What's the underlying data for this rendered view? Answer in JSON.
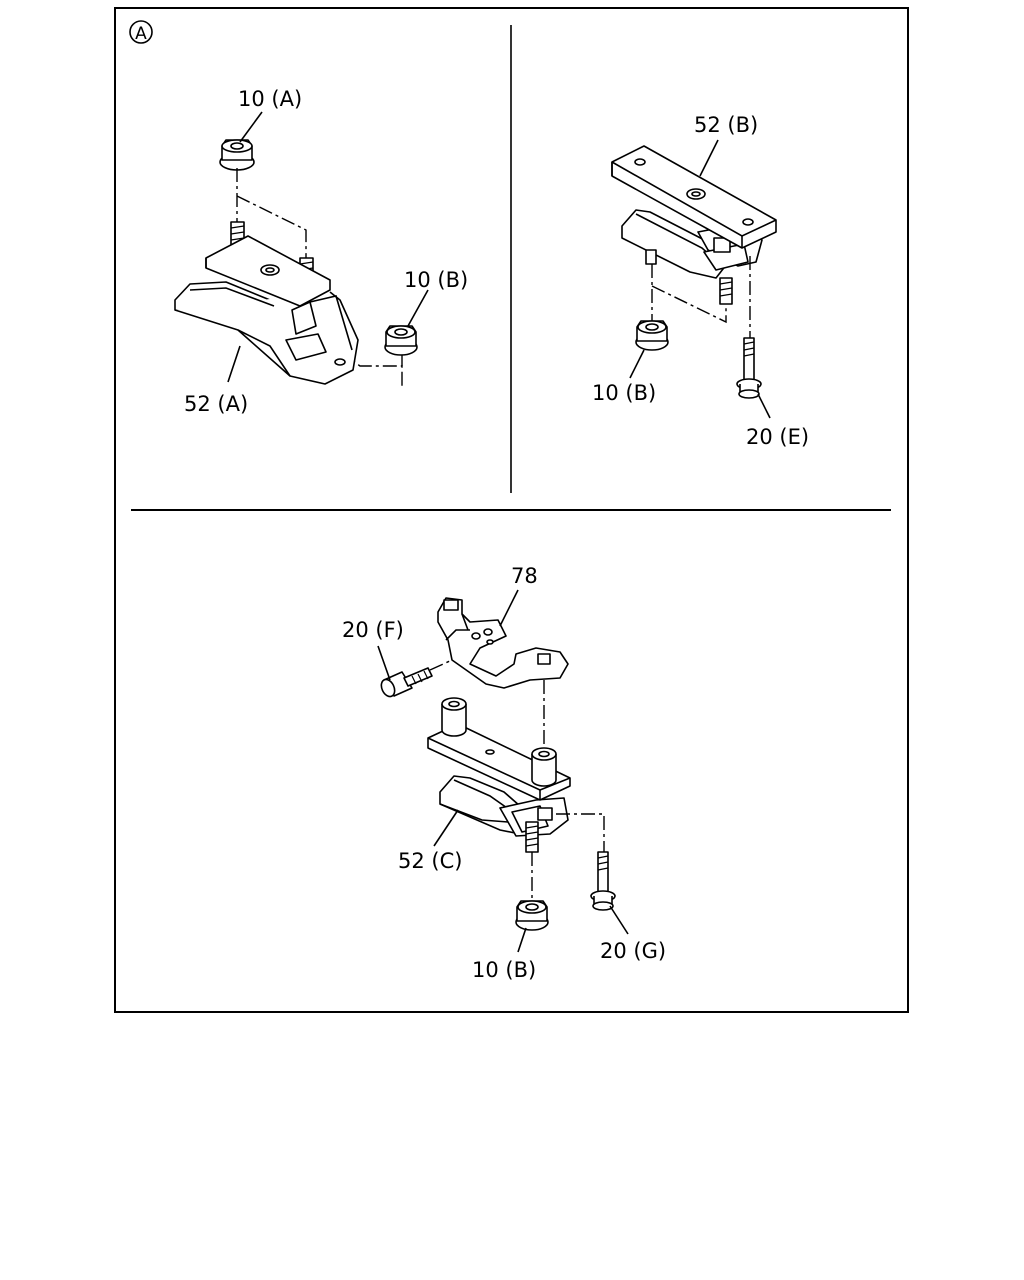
{
  "section_marker": "A",
  "labels": {
    "a_nut_top": "10 (A)",
    "a_nut_side": "10 (B)",
    "a_mount": "52 (A)",
    "b_mount": "52 (B)",
    "b_nut": "10 (B)",
    "b_bolt": "20 (E)",
    "c_bracket": "78",
    "c_bolt_side": "20 (F)",
    "c_mount": "52 (C)",
    "c_nut": "10 (B)",
    "c_bolt": "20 (G)"
  }
}
